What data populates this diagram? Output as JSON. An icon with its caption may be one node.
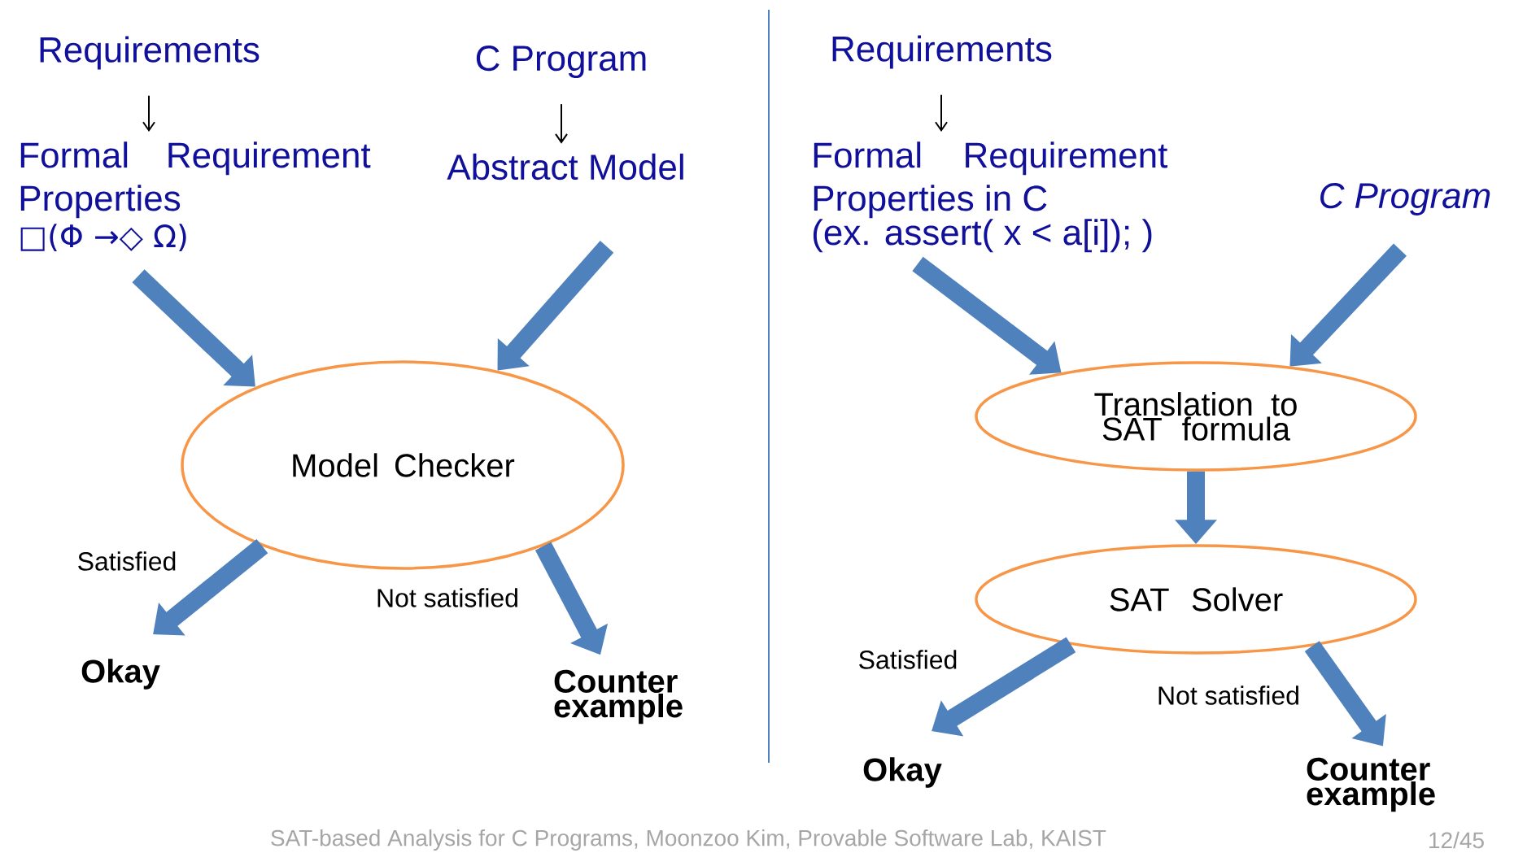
{
  "diagram": {
    "nodes": [
      {
        "text": [
          "Requirements"
        ]
      },
      {
        "text": [
          "Formal Requirement Properties",
          "□(Φ →◇ Ω)"
        ]
      },
      {
        "text": [
          "C Program"
        ]
      },
      {
        "text": [
          "Abstract Model"
        ]
      },
      {
        "text": [
          "Model Checker"
        ]
      },
      {
        "text": [
          "Okay"
        ]
      },
      {
        "text": [
          "Counter example"
        ]
      },
      {
        "text": [
          "Requirements"
        ]
      },
      {
        "text": [
          "Formal Requirement Properties in C",
          "(ex. assert( x < a[i]); )"
        ]
      },
      {
        "text": [
          "C Program"
        ]
      },
      {
        "text": [
          "Translation to SAT formula"
        ]
      },
      {
        "text": [
          "SAT Solver"
        ]
      },
      {
        "text": [
          "Okay"
        ]
      },
      {
        "text": [
          "Counter example"
        ]
      }
    ],
    "edges": [
      {
        "from": 0,
        "to": 1,
        "arrow": "to",
        "color": "#000000"
      },
      {
        "from": 2,
        "to": 3,
        "arrow": "to",
        "color": "#000000"
      },
      {
        "from": 1,
        "to": 4,
        "arrow": "to"
      },
      {
        "from": 3,
        "to": 4,
        "arrow": "to"
      },
      {
        "from": 4,
        "to": 5,
        "arrow": "to",
        "label": "Satisfied"
      },
      {
        "from": 4,
        "to": 6,
        "arrow": "to",
        "label": "Not satisfied"
      },
      {
        "from": 7,
        "to": 8,
        "arrow": "to",
        "color": "#000000"
      },
      {
        "from": 8,
        "to": 10,
        "arrow": "to"
      },
      {
        "from": 9,
        "to": 10,
        "arrow": "to"
      },
      {
        "from": 10,
        "to": 11,
        "arrow": "to"
      },
      {
        "from": 11,
        "to": 12,
        "arrow": "to",
        "label": "Satisfied"
      },
      {
        "from": 11,
        "to": 13,
        "arrow": "to",
        "label": "Not satisfied"
      }
    ],
    "labels": [
      "SAT-based Analysis for C Programs, Moonzoo Kim, Provable Software Lab, KAIST",
      "12/45"
    ]
  }
}
